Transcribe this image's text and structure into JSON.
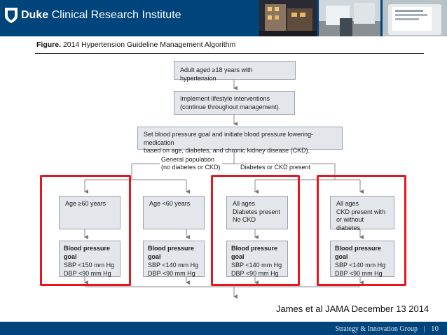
{
  "header": {
    "logo_brand": "Duke",
    "logo_rest": "Clinical Research Institute",
    "photo_1": "building-photo",
    "photo_2": "hospital-photo",
    "photo_3": "device-photo"
  },
  "figure": {
    "label": "Figure.",
    "title": "2014 Hypertension Guideline Management Algorithm"
  },
  "flow": {
    "start": "Adult aged ≥18 years with hypertension",
    "lifestyle_line1": "Implement lifestyle interventions",
    "lifestyle_line2": "(continue throughout management).",
    "setgoal_line1": "Set blood pressure goal and initiate blood pressure lowering-medication",
    "setgoal_line2": "based on age, diabetes, and chronic kidney disease (CKD).",
    "branch_general_1": "General population",
    "branch_general_2": "(no diabetes or CKD)",
    "branch_dm": "Diabetes or CKD present"
  },
  "columns": [
    {
      "criteria": [
        "Age ≥60 years"
      ],
      "goal_title": "Blood pressure goal",
      "sbp": "SBP <150 mm Hg",
      "dbp": "DBP <90 mm Hg"
    },
    {
      "criteria": [
        "Age <60 years"
      ],
      "goal_title": "Blood pressure goal",
      "sbp": "SBP <140 mm Hg",
      "dbp": "DBP <90 mm Hg"
    },
    {
      "criteria": [
        "All ages",
        "Diabetes present",
        "No CKD"
      ],
      "goal_title": "Blood pressure goal",
      "sbp": "SBP <140 mm Hg",
      "dbp": "DBP <90 mm Hg"
    },
    {
      "criteria": [
        "All ages",
        "CKD present with",
        "or without diabetes"
      ],
      "goal_title": "Blood pressure goal",
      "sbp": "SBP <140 mm Hg",
      "dbp": "DBP <90 mm Hg"
    }
  ],
  "citation": "James et al JAMA December 13 2014",
  "footer": {
    "text": "Strategy & Innovation Group",
    "separator": "|",
    "page": "10"
  },
  "colors": {
    "header_blue": "#00447c",
    "highlight_red": "#e8161c",
    "box_fill": "#e3e7ec"
  }
}
